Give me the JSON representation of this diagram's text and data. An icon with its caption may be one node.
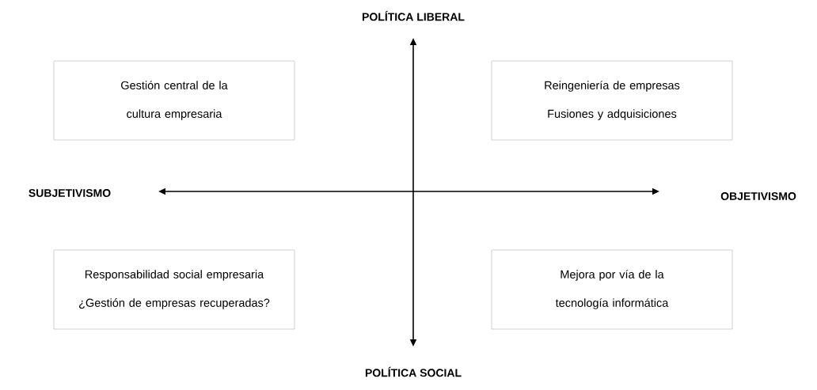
{
  "diagram": {
    "nodes": [
      {
        "text": [
          "Gestión central de la cultura empresaria"
        ]
      },
      {
        "text": [
          "Reingeniería de empresas",
          "Fusiones y adquisiciones"
        ]
      },
      {
        "text": [
          "Responsabilidad social empresaria",
          "¿Gestión de empresas recuperadas?"
        ]
      },
      {
        "text": [
          "Mejora por vía de la tecnología informática"
        ]
      }
    ],
    "labels": [
      "POLÍTICA LIBERAL",
      "SUBJETIVISMO",
      "OBJETIVISMO",
      "POLÍTICA SOCIAL"
    ]
  }
}
